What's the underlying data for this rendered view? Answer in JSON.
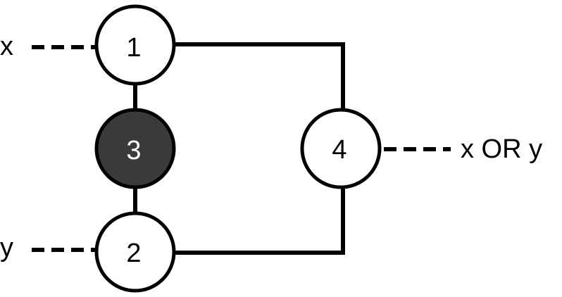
{
  "inputs": {
    "x": "x",
    "y": "y"
  },
  "output": {
    "label": "x OR y"
  },
  "nodes": [
    {
      "id": "1",
      "label": "1",
      "style": "white"
    },
    {
      "id": "2",
      "label": "2",
      "style": "white"
    },
    {
      "id": "3",
      "label": "3",
      "style": "dark"
    },
    {
      "id": "4",
      "label": "4",
      "style": "white"
    }
  ],
  "colors": {
    "line": "#000000",
    "node_fill": "#ffffff",
    "node_dark_fill": "#3a3a3a",
    "dark_node_text": "#ffffff"
  }
}
